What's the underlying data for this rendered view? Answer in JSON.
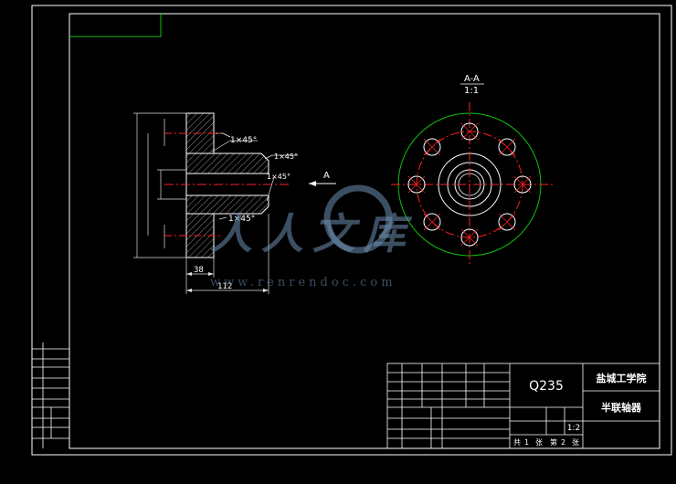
{
  "section_view": {
    "label": "A-A",
    "scale": "1:1"
  },
  "view_arrow": {
    "label": "A"
  },
  "dimensions": {
    "chamfer_1": "1×45°",
    "chamfer_2": "1×45°",
    "chamfer_3": "1×45°",
    "chamfer_4": "1×45°",
    "length_overall": "112",
    "length_flange": "38"
  },
  "title_block": {
    "material": "Q235",
    "school": "盐城工学院",
    "part_name": "半联轴器",
    "scale": "1:2",
    "sheet_total_prefix": "共",
    "sheet_total": "1",
    "sheet_total_suffix": "张",
    "sheet_index_prefix": "第",
    "sheet_index": "2",
    "sheet_index_suffix": "张"
  },
  "watermark": {
    "text_cn": "人人文库",
    "url": "www.renrendoc.com"
  },
  "colors": {
    "outline": "#ffffff",
    "center": "#ff2020",
    "green": "#10c010",
    "hatch": "#c8c8c8",
    "dim": "#e0e0e0"
  }
}
